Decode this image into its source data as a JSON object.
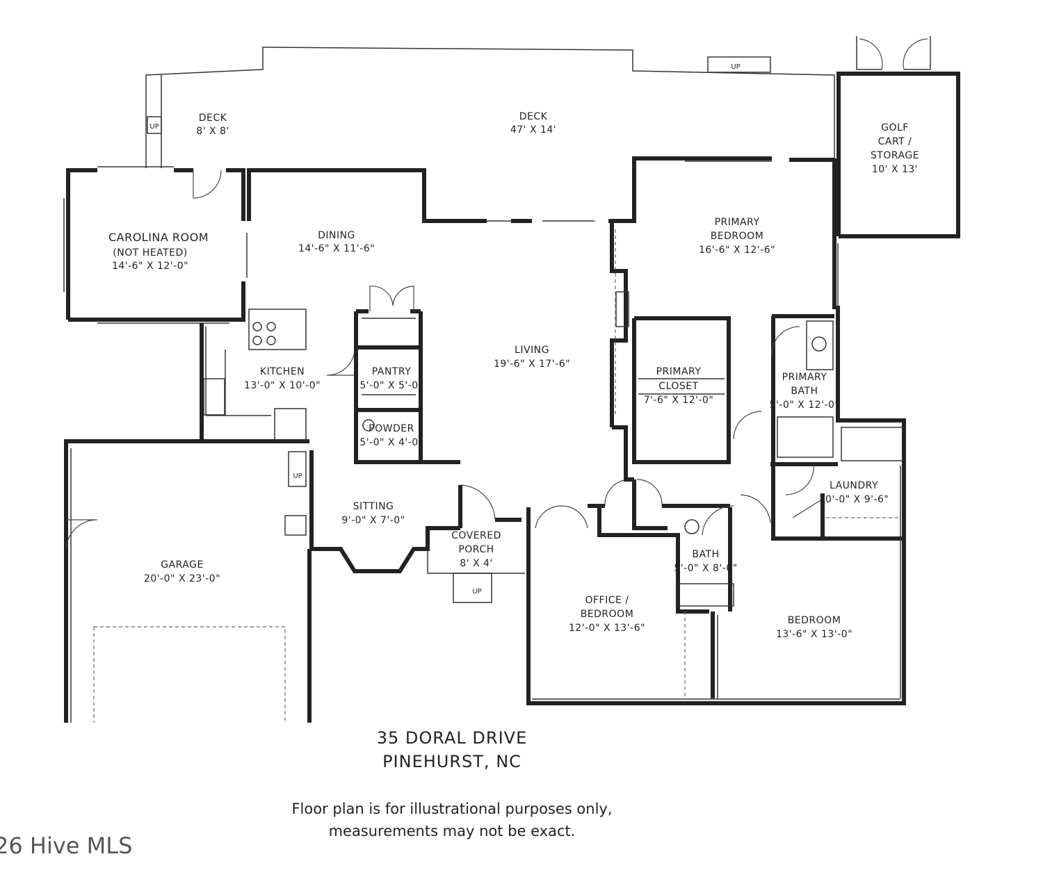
{
  "rooms": {
    "deck_small": {
      "name": "DECK",
      "dims": "8' X 8'"
    },
    "deck_large": {
      "name": "DECK",
      "dims": "47' X 14'"
    },
    "golf": {
      "line1": "GOLF",
      "line2": "CART /",
      "line3": "STORAGE",
      "dims": "10' X 13'"
    },
    "carolina": {
      "name": "CAROLINA ROOM",
      "note": "(NOT HEATED)",
      "dims": "14'-6\" X 12'-0\""
    },
    "dining": {
      "name": "DINING",
      "dims": "14'-6\" X 11'-6\""
    },
    "primary_bedroom": {
      "line1": "PRIMARY",
      "line2": "BEDROOM",
      "dims": "16'-6\" X 12'-6\""
    },
    "living": {
      "name": "LIVING",
      "dims": "19'-6\" X 17'-6\""
    },
    "kitchen": {
      "name": "KITCHEN",
      "dims": "13'-0\" X 10'-0\""
    },
    "pantry": {
      "name": "PANTRY",
      "dims": "5'-0\" X 5'-0\""
    },
    "powder": {
      "name": "POWDER",
      "dims": "5'-0\" X 4'-0\""
    },
    "primary_closet": {
      "line1": "PRIMARY",
      "line2": "CLOSET",
      "dims": "7'-6\" X 12'-0\""
    },
    "primary_bath": {
      "line1": "PRIMARY",
      "line2": "BATH",
      "dims": "5'-0\" X 12'-0\""
    },
    "laundry": {
      "name": "LAUNDRY",
      "dims": "10'-0\" X 9'-6\""
    },
    "sitting": {
      "name": "SITTING",
      "dims": "9'-0\" X 7'-0\""
    },
    "covered_porch": {
      "line1": "COVERED",
      "line2": "PORCH",
      "dims": "8' X 4'"
    },
    "bath": {
      "name": "BATH",
      "dims": "5'-0\" X 8'-0\""
    },
    "garage": {
      "name": "GARAGE",
      "dims": "20'-0\" X 23'-0\""
    },
    "office": {
      "line1": "OFFICE /",
      "line2": "BEDROOM",
      "dims": "12'-0\" X 13'-6\""
    },
    "bedroom": {
      "name": "BEDROOM",
      "dims": "13'-6\" X 13'-0\""
    }
  },
  "stairs": {
    "up": "UP"
  },
  "address": {
    "line1": "35 DORAL DRIVE",
    "line2": "PINEHURST, NC"
  },
  "disclaimer": {
    "line1": "Floor plan is for illustrational purposes only,",
    "line2": "measurements may not be exact."
  },
  "watermark": "26 Hive MLS"
}
